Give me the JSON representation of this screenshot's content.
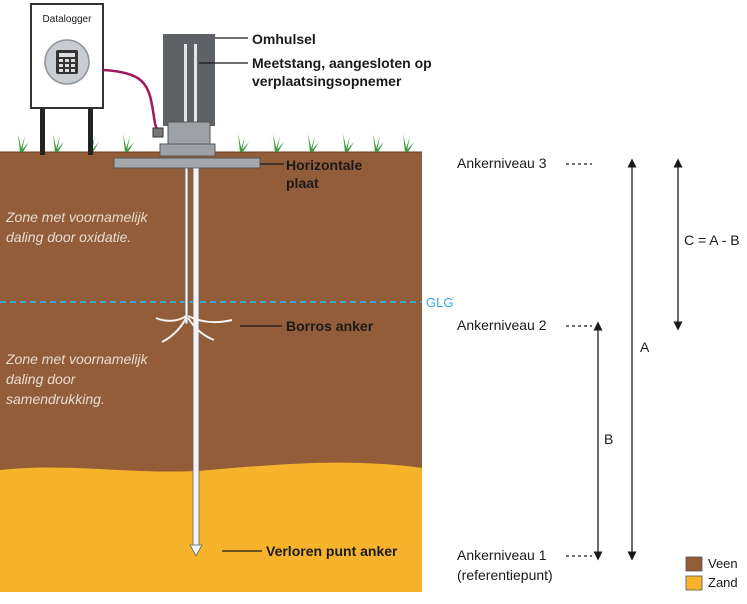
{
  "datalogger": {
    "label": "Datalogger",
    "icon": "calculator-icon"
  },
  "labels": {
    "omhulsel": "Omhulsel",
    "meetstang_1": "Meetstang, aangesloten op",
    "meetstang_2": "verplaatsingsopnemer",
    "plaat_1": "Horizontale",
    "plaat_2": "plaat",
    "borros": "Borros anker",
    "verloren": "Verloren punt anker",
    "glg": "GLG"
  },
  "zones": {
    "oxidatie_1": "Zone met voornamelijk",
    "oxidatie_2": "daling door oxidatie.",
    "samendrukking_1": "Zone met voornamelijk",
    "samendrukking_2": "daling door",
    "samendrukking_3": "samendrukking."
  },
  "anchor_levels": {
    "niveau3": "Ankerniveau 3",
    "niveau2": "Ankerniveau 2",
    "niveau1": "Ankerniveau 1",
    "niveau1_sub": "(referentiepunt)"
  },
  "measures": {
    "a": "A",
    "b": "B",
    "c": "C = A - B"
  },
  "legend": [
    {
      "label": "Veen",
      "color": "#935d39"
    },
    {
      "label": "Zand",
      "color": "#f7b32b"
    }
  ],
  "colors": {
    "peat": "#935d39",
    "sand": "#f7b32b",
    "glg_line": "#3aa9d8",
    "cable": "#a0195a",
    "grass": "#3f9a3f"
  }
}
